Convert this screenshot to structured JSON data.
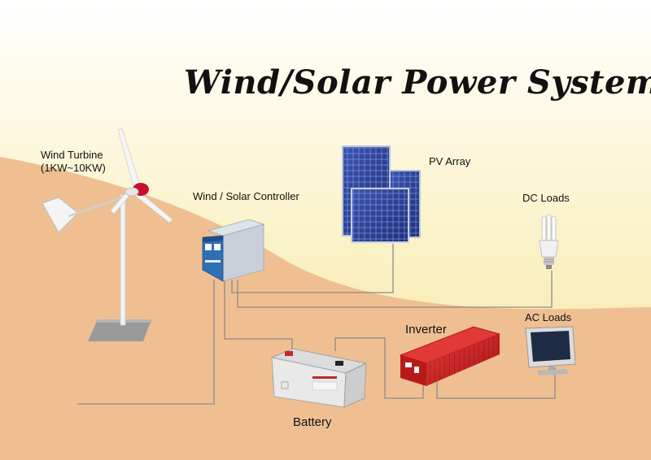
{
  "title": "Wind/Solar Power System",
  "components": {
    "wind_turbine": {
      "name": "Wind Turbine",
      "range": "(1KW~10KW)"
    },
    "controller": {
      "name": "Wind / Solar Controller"
    },
    "pv_array": {
      "name": "PV Array"
    },
    "dc_loads": {
      "name": "DC Loads"
    },
    "ac_loads": {
      "name": "AC Loads"
    },
    "inverter": {
      "name": "Inverter"
    },
    "battery": {
      "name": "Battery"
    }
  },
  "colors": {
    "sky_top": "#ffffff",
    "sky_bottom": "#f7e9a6",
    "ground": "#efbf92",
    "wire": "#888888",
    "inverter_red": "#cc1f1f",
    "controller_blue": "#2f6fb5",
    "solar_panel": "#2b3d8f"
  }
}
